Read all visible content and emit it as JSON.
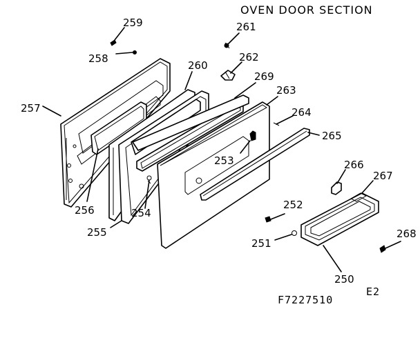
{
  "title": "OVEN DOOR SECTION",
  "drawing_code": "F7227510",
  "revision": "E2",
  "callouts": {
    "p250": "250",
    "p251": "251",
    "p252": "252",
    "p253": "253",
    "p254": "254",
    "p255": "255",
    "p256": "256",
    "p257": "257",
    "p258": "258",
    "p259": "259",
    "p260": "260",
    "p261": "261",
    "p262": "262",
    "p263": "263",
    "p264": "264",
    "p265": "265",
    "p266": "266",
    "p267": "267",
    "p268": "268",
    "p269": "269"
  }
}
